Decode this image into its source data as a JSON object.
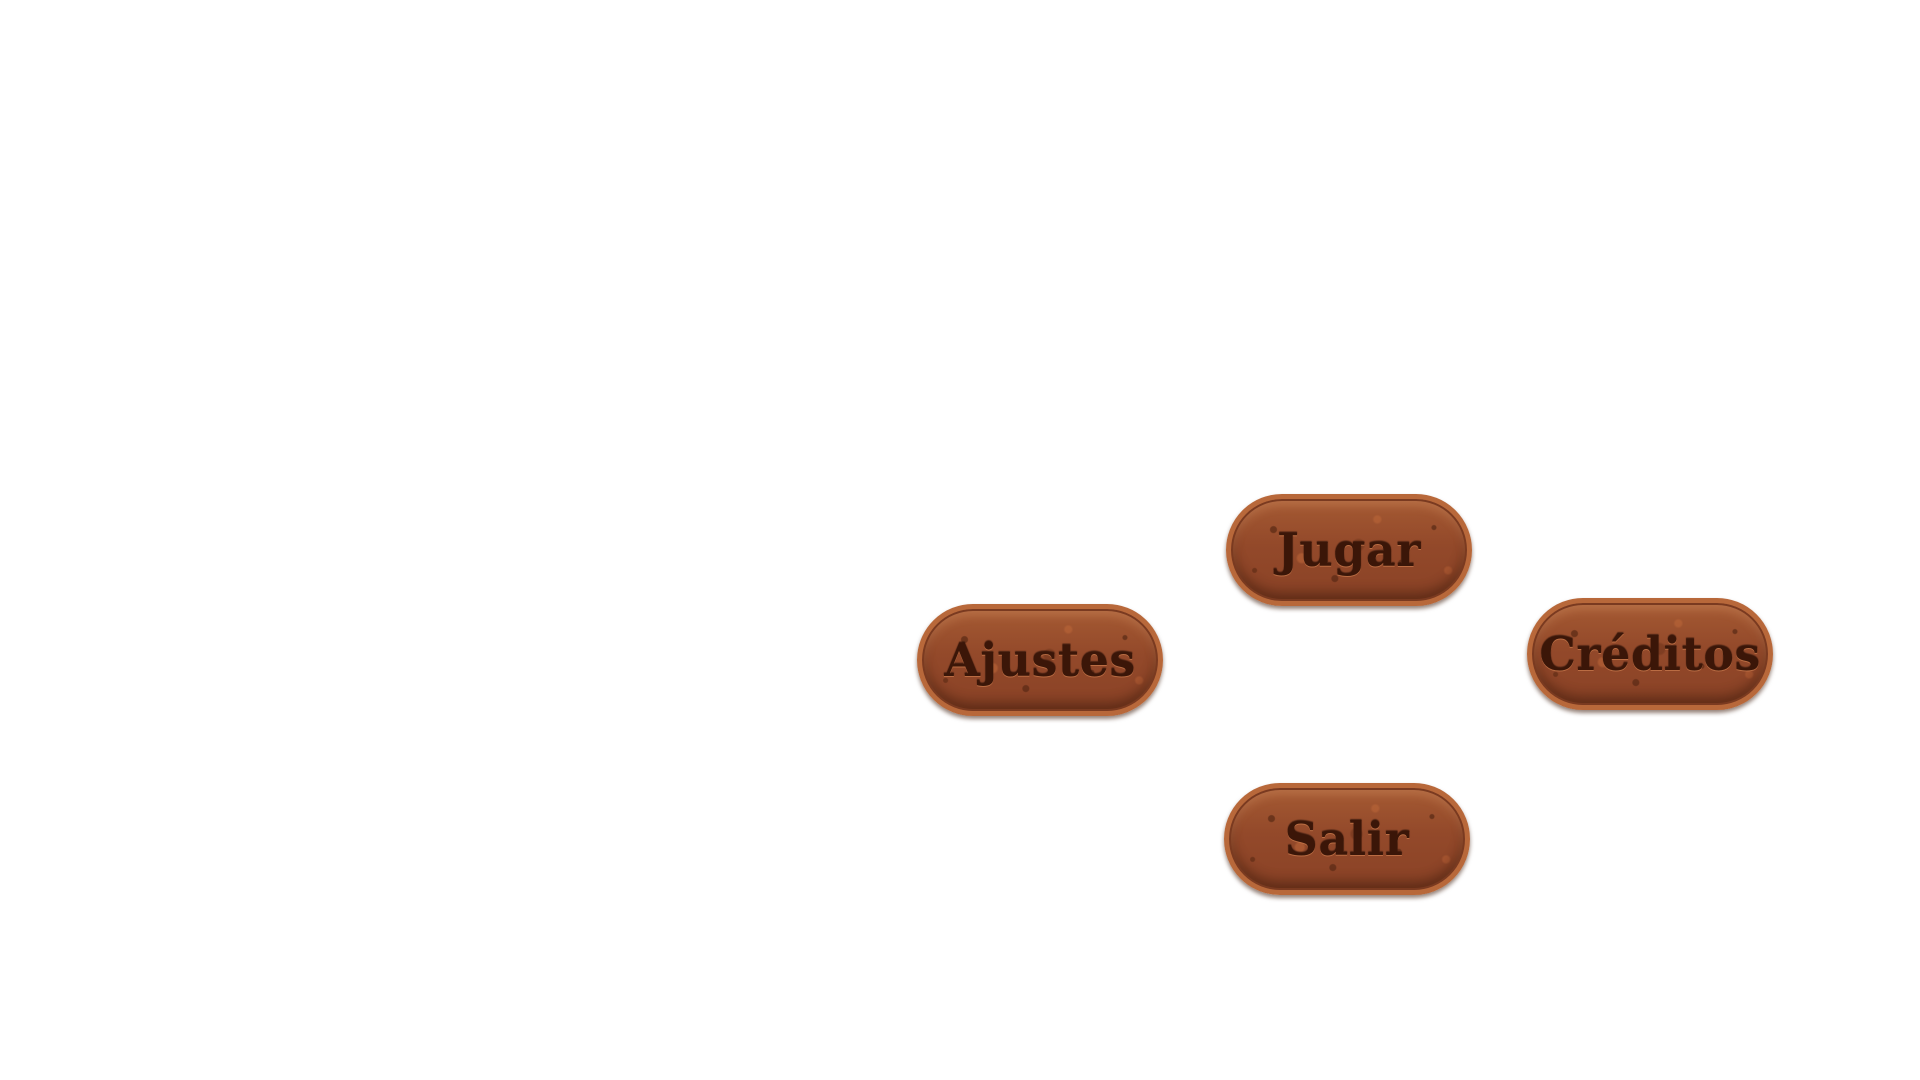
{
  "main_menu": {
    "play_label": "Jugar",
    "settings_label": "Ajustes",
    "credits_label": "Créditos",
    "exit_label": "Salir"
  },
  "colors": {
    "background": "#ffffff",
    "button_rust": "#93492a",
    "button_rim": "#b8683a",
    "label_text": "#3b1608"
  }
}
